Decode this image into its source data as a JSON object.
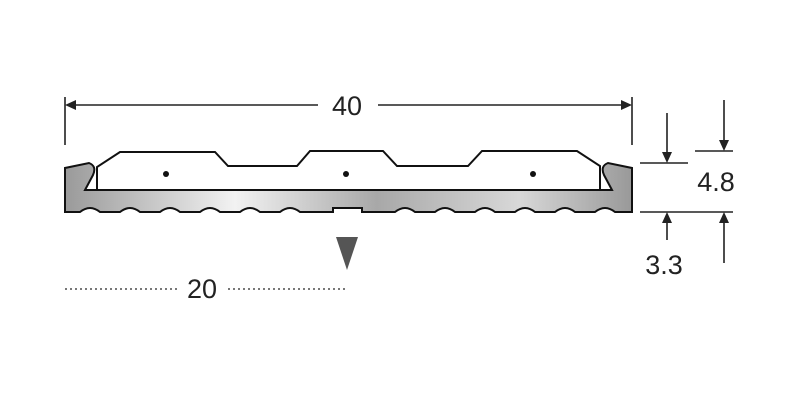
{
  "diagram": {
    "width_label": "40",
    "half_width_label": "20",
    "total_height_label": "4.8",
    "base_height_label": "3.3",
    "colors": {
      "line": "#222222",
      "profile_fill": "#aaaaaa",
      "profile_highlight": "#f2f2f2",
      "marker": "#555555"
    }
  }
}
